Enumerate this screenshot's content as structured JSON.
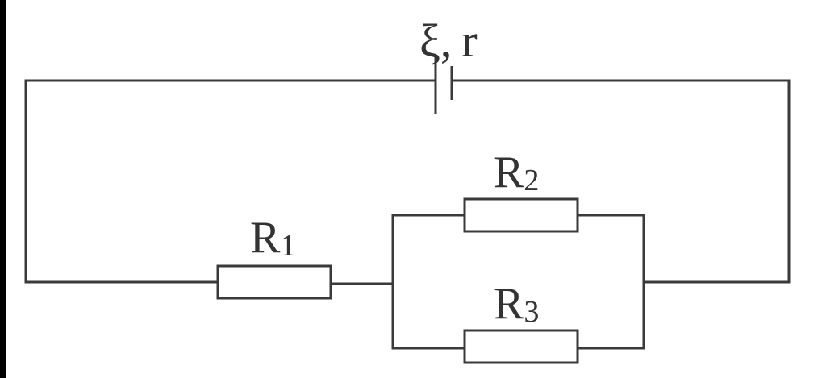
{
  "source": {
    "emf_symbol": "ξ",
    "separator": ",",
    "internal_resistance": "r"
  },
  "resistors": [
    {
      "letter": "R",
      "index": "1"
    },
    {
      "letter": "R",
      "index": "2"
    },
    {
      "letter": "R",
      "index": "3"
    }
  ],
  "colors": {
    "wire": "#3a3a3a",
    "label": "#333333",
    "left_border": "#000000"
  }
}
